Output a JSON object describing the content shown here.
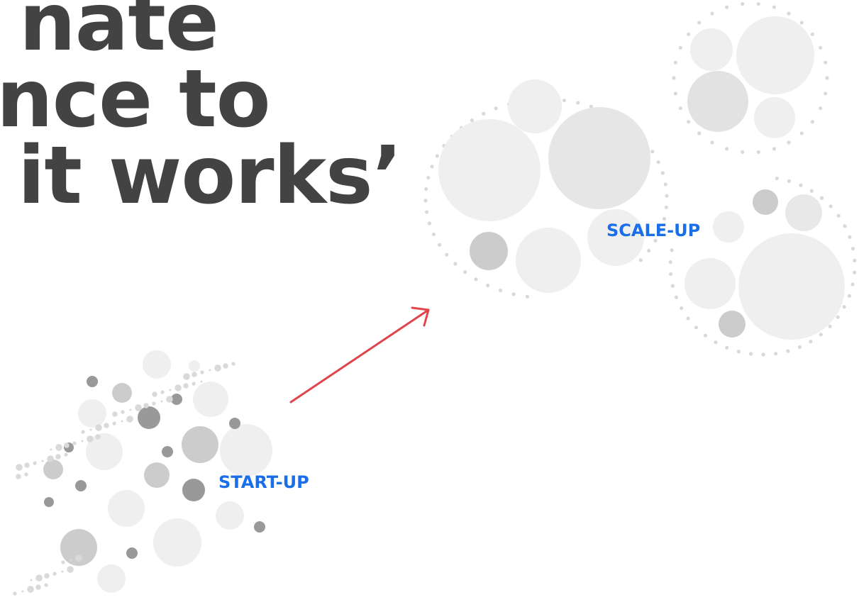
{
  "title": {
    "lines": [
      "nate",
      "nce to",
      "it works’"
    ]
  },
  "labels": {
    "start_up": "START-UP",
    "scale_up": "SCALE-UP"
  },
  "colors": {
    "title": "#434343",
    "label": "#1a6ee8",
    "arrow": "#e0454b",
    "circle_light": "#efefef",
    "circle_mid": "#cccccc",
    "circle_dark": "#999999",
    "dot": "#d9d9d9"
  },
  "icons": {
    "arrow": "arrow-up-right-icon"
  }
}
